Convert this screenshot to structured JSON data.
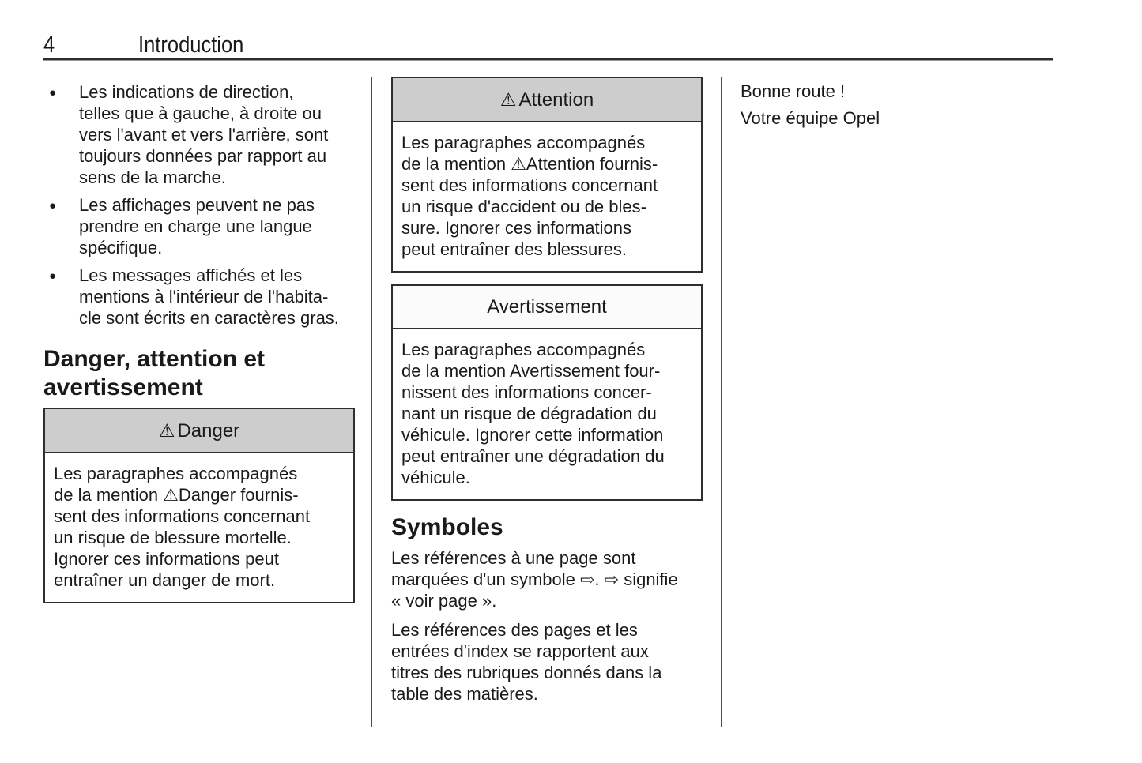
{
  "header": {
    "page_number": "4",
    "title": "Introduction"
  },
  "icons": {
    "bullet": "●",
    "warning_triangle": "⚠",
    "page_reference_arrow": "⇨"
  },
  "colors": {
    "text": "#1a1a1a",
    "box_border": "#2e2e2e",
    "box_header_bg": "#cdcdcd",
    "box_header_plain_bg": "#fbfbfb",
    "separator": "#4c4c4c"
  },
  "left_column": {
    "bullets": [
      [
        "Les indications de direction,",
        "telles que à gauche, à droite ou",
        "vers l'avant et vers l'arrière, sont",
        "toujours données par rapport au",
        "sens de la marche."
      ],
      [
        "Les affichages peuvent ne pas",
        "prendre en charge une langue",
        "spécifique."
      ],
      [
        "Les messages affichés et les",
        "mentions à l'intérieur de l'habita-",
        "cle sont écrits en caractères gras."
      ]
    ],
    "section_heading": [
      "Danger, attention et",
      "avertissement"
    ],
    "danger_box": {
      "title": "Danger",
      "body": [
        "Les paragraphes accompagnés",
        "de la mention ⚠Danger fournis-",
        "sent des informations concernant",
        "un risque de blessure mortelle.",
        "Ignorer ces informations peut",
        "entraîner un danger de mort."
      ]
    }
  },
  "middle_column": {
    "attention_box": {
      "title": "Attention",
      "body": [
        "Les paragraphes accompagnés",
        "de la mention ⚠Attention fournis-",
        "sent des informations concernant",
        "un risque d'accident ou de bles-",
        "sure. Ignorer ces informations",
        "peut entraîner des blessures."
      ]
    },
    "warning_box": {
      "title": "Avertissement",
      "body": [
        "Les paragraphes accompagnés",
        "de la mention Avertissement four-",
        "nissent des informations concer-",
        "nant un risque de dégradation du",
        "véhicule. Ignorer cette information",
        "peut entraîner une dégradation du",
        "véhicule."
      ]
    },
    "symbols_section": {
      "heading": "Symboles",
      "paragraphs": [
        [
          "Les références à une page sont",
          "marquées d'un symbole ⇨. ⇨ signifie",
          "« voir page »."
        ],
        [
          "Les références des pages et les",
          "entrées d'index se rapportent aux",
          "titres des rubriques donnés dans la",
          "table des matières."
        ]
      ]
    }
  },
  "right_column": {
    "closing_line_1": "Bonne route !",
    "closing_line_2": "Votre équipe Opel"
  }
}
